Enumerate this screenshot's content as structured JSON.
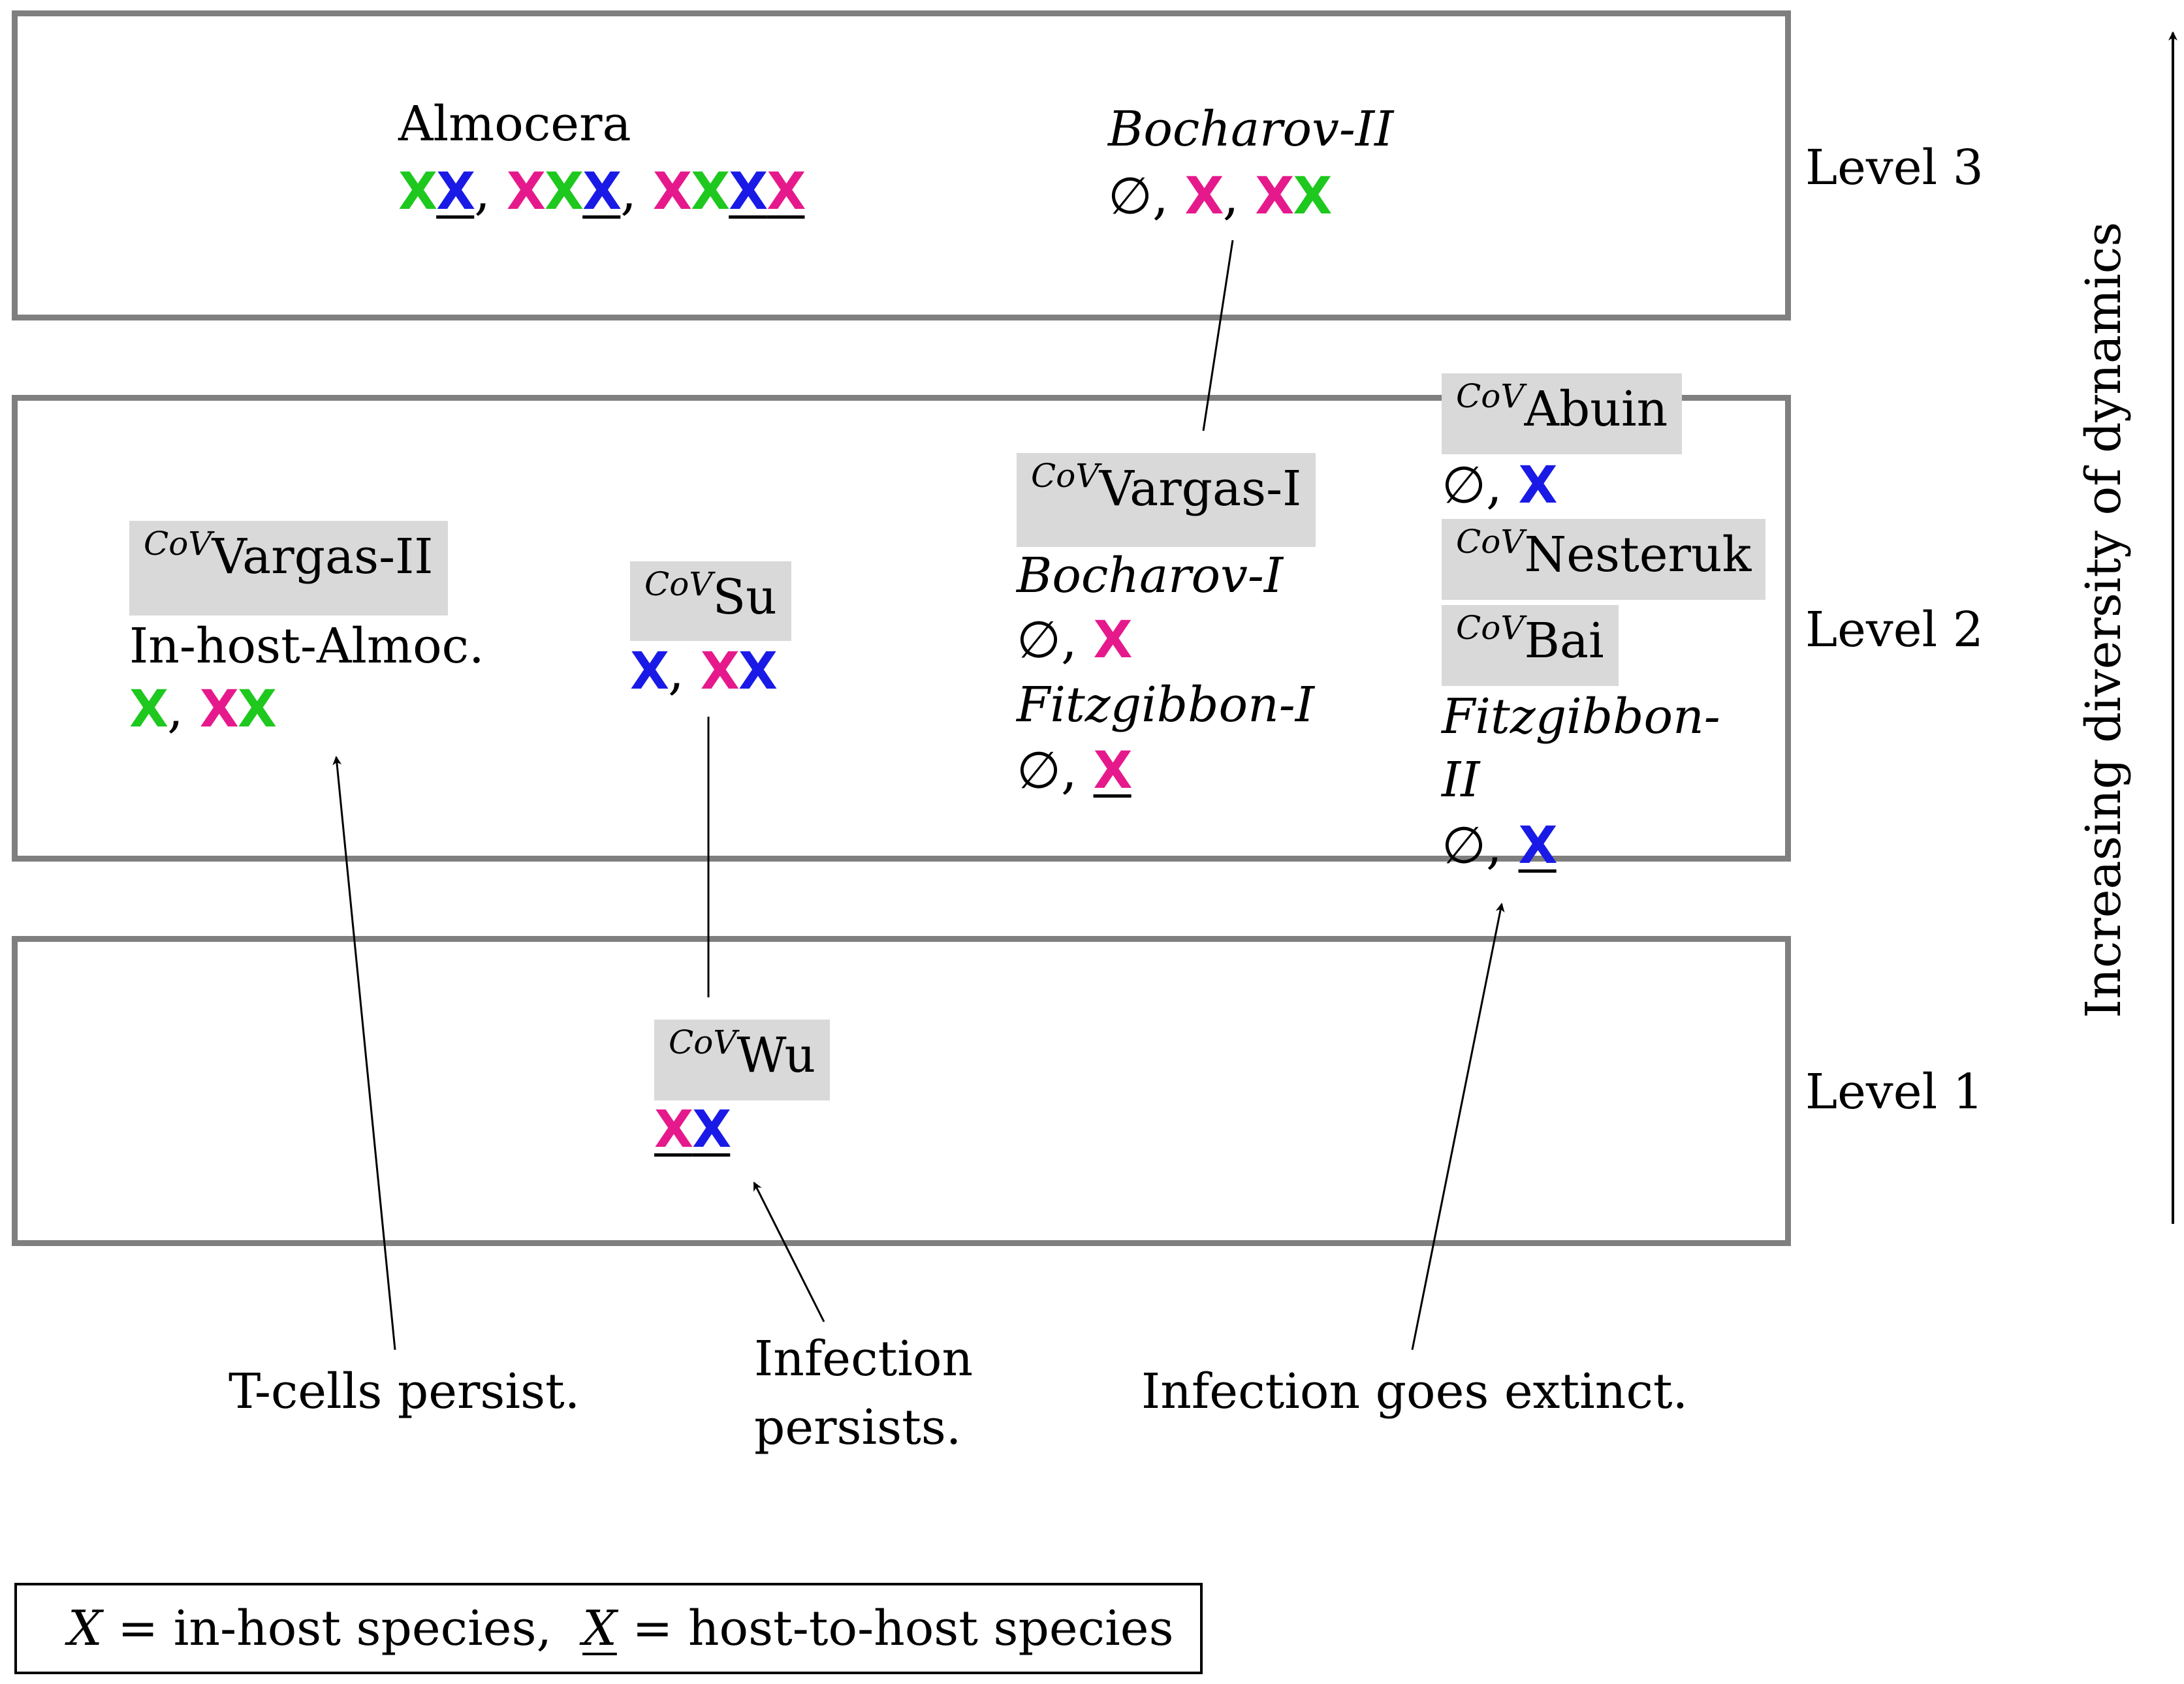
{
  "levels": {
    "level3": "Level 3",
    "level2": "Level 2",
    "level1": "Level 1"
  },
  "models": {
    "almocera": {
      "name": "Almocera",
      "species": [
        [
          {
            "t": "X",
            "c": "g"
          },
          {
            "t": "X",
            "c": "b",
            "u": true
          }
        ],
        [
          {
            "t": "X",
            "c": "m"
          },
          {
            "t": "X",
            "c": "g"
          },
          {
            "t": "X",
            "c": "b",
            "u": true
          }
        ],
        [
          {
            "t": "X",
            "c": "m"
          },
          {
            "t": "X",
            "c": "g"
          },
          {
            "t": "X",
            "c": "b",
            "u": true
          },
          {
            "t": "X",
            "c": "m",
            "u": true
          }
        ]
      ]
    },
    "bocharov2": {
      "name": "Bocharov-II",
      "species": [
        "∅",
        [
          {
            "t": "X",
            "c": "m"
          }
        ],
        [
          {
            "t": "X",
            "c": "m"
          },
          {
            "t": "X",
            "c": "g"
          }
        ]
      ]
    },
    "vargas2": {
      "prefix": "CoV",
      "name": "Vargas-II",
      "sub": "In-host-Almoc.",
      "species": [
        [
          {
            "t": "X",
            "c": "g"
          }
        ],
        [
          {
            "t": "X",
            "c": "m"
          },
          {
            "t": "X",
            "c": "g"
          }
        ]
      ]
    },
    "su": {
      "prefix": "CoV",
      "name": "Su",
      "species": [
        [
          {
            "t": "X",
            "c": "b"
          }
        ],
        [
          {
            "t": "X",
            "c": "m"
          },
          {
            "t": "X",
            "c": "b"
          }
        ]
      ]
    },
    "vargas1": {
      "prefix": "CoV",
      "name": "Vargas-I"
    },
    "bocharov1": {
      "name": "Bocharov-I",
      "species": [
        "∅",
        [
          {
            "t": "X",
            "c": "m"
          }
        ]
      ]
    },
    "fitzgibbon1": {
      "name": "Fitzgibbon-I",
      "species": [
        "∅",
        [
          {
            "t": "X",
            "c": "m",
            "u": true
          }
        ]
      ]
    },
    "abuin": {
      "prefix": "CoV",
      "name": "Abuin",
      "species": [
        "∅",
        [
          {
            "t": "X",
            "c": "b"
          }
        ]
      ]
    },
    "nesteruk": {
      "prefix": "CoV",
      "name": "Nesteruk"
    },
    "bai": {
      "prefix": "CoV",
      "name": "Bai"
    },
    "fitzgibbon2": {
      "name_line1": "Fitzgibbon-",
      "name_line2": "II",
      "species": [
        "∅",
        [
          {
            "t": "X",
            "c": "b",
            "u": true
          }
        ]
      ]
    },
    "wu": {
      "prefix": "CoV",
      "name": "Wu",
      "species": [
        [
          {
            "t": "X",
            "c": "m",
            "u": true
          },
          {
            "t": "X",
            "c": "b",
            "u": true
          }
        ]
      ]
    }
  },
  "notes": {
    "tcells": "T-cells persist.",
    "infection_persists_1": "Infection",
    "infection_persists_2": "persists.",
    "extinct": "Infection goes extinct."
  },
  "legend": {
    "symbol": "X",
    "in_host": "= in-host species,",
    "host_to_host": "= host-to-host species"
  },
  "axis_label": "Increasing diversity of dynamics",
  "colors": {
    "g": "#1ec81e",
    "m": "#e6198c",
    "b": "#1a1ae6",
    "box_border": "#7f7f7f",
    "tag_bg": "#d9d9d9"
  }
}
